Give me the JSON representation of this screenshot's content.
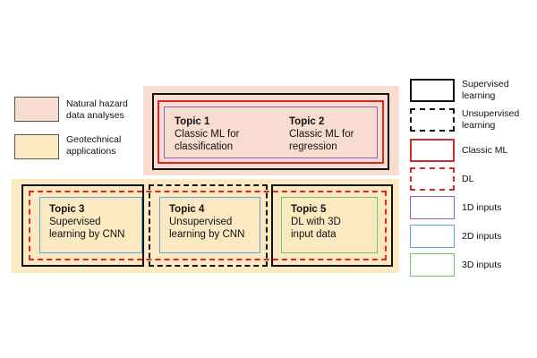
{
  "colors": {
    "natural_hazard_fill": "#f8dccf",
    "geotechnical_fill": "#fce9c2",
    "classic_ml_border": "#d62828",
    "dl_border": "#d62828",
    "input_1d_border": "#8e5fc0",
    "input_2d_border": "#5aa7d8",
    "input_3d_border": "#6fc46a",
    "supervised_border": "#111111",
    "unsupervised_border": "#111111"
  },
  "legend_left": [
    {
      "label": "Natural hazard\ndata analyses",
      "color": "#f8dccf"
    },
    {
      "label": "Geotechnical\napplications",
      "color": "#fce9c2"
    }
  ],
  "legend_right": [
    {
      "label": "Supervised\nlearning",
      "style": "solid-black"
    },
    {
      "label": "Unsupervised\nlearning",
      "style": "dashed-black"
    },
    {
      "label": "Classic ML",
      "style": "solid-red"
    },
    {
      "label": "DL",
      "style": "dashed-red"
    },
    {
      "label": "1D inputs",
      "style": "solid-purple"
    },
    {
      "label": "2D inputs",
      "style": "solid-blue"
    },
    {
      "label": "3D inputs",
      "style": "solid-green"
    }
  ],
  "topics": [
    {
      "title": "Topic 1",
      "desc": "Classic ML for\nclassification"
    },
    {
      "title": "Topic 2",
      "desc": "Classic ML for\nregression"
    },
    {
      "title": "Topic 3",
      "desc": "Supervised\nlearning by CNN"
    },
    {
      "title": "Topic 4",
      "desc": "Unsupervised\nlearning by CNN"
    },
    {
      "title": "Topic 5",
      "desc": "DL with 3D\ninput data"
    }
  ]
}
